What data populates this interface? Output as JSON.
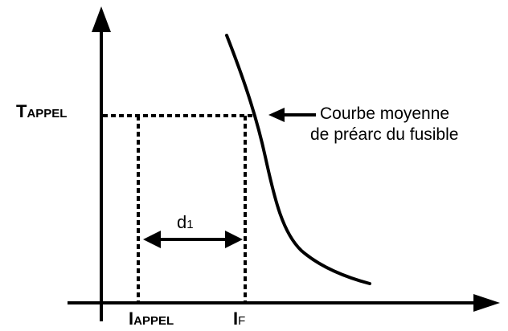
{
  "labels": {
    "y_axis": {
      "main": "T",
      "sub": "APPEL"
    },
    "x_tick_1": {
      "main": "I",
      "sub": "APPEL"
    },
    "x_tick_2": {
      "main": "I",
      "sub": "F"
    },
    "distance": {
      "main": "d",
      "sub": "1"
    },
    "curve_caption": [
      "Courbe moyenne",
      "de préarc du fusible"
    ]
  },
  "colors": {
    "ink": "#000000",
    "background": "#ffffff"
  }
}
